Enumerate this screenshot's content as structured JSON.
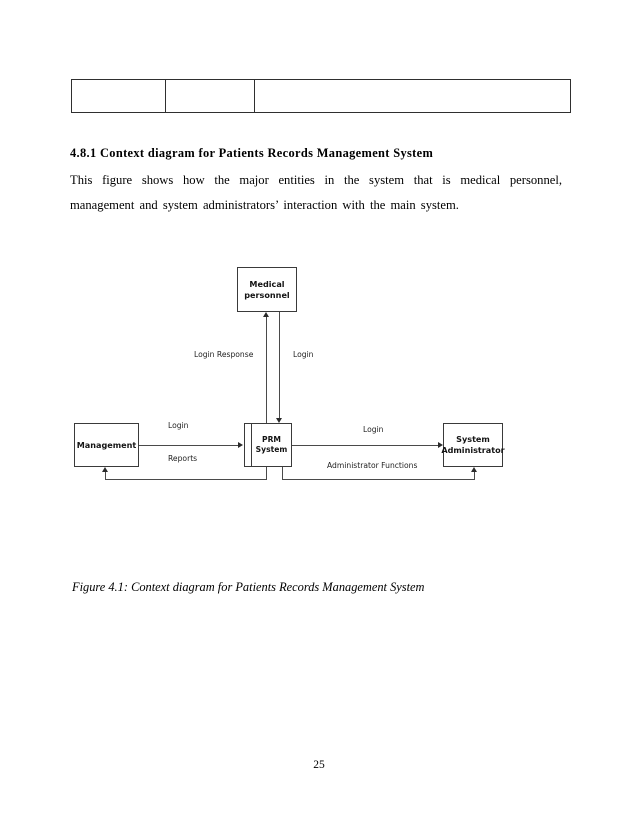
{
  "document": {
    "page_number": "25",
    "heading": "4.8.1 Context diagram for Patients Records Management System",
    "paragraph": "This figure shows how the major entities in the system that is medical personnel, management and system administrators’ interaction with the main system.",
    "caption": "Figure 4.1: Context diagram for Patients Records Management System"
  },
  "top_table": {
    "rows": [
      {
        "cells": [
          "",
          "",
          ""
        ]
      }
    ]
  },
  "chart_data": {
    "type": "diagram",
    "diagram_kind": "context-diagram",
    "title": "Context diagram for Patients Records Management System",
    "nodes": [
      {
        "id": "medical",
        "label": "Medical\npersonnel",
        "label_line1": "Medical",
        "label_line2": "personnel",
        "shape": "external-entity"
      },
      {
        "id": "mgmt",
        "label": "Management",
        "label_line1": "Management",
        "label_line2": "",
        "shape": "external-entity"
      },
      {
        "id": "prm",
        "label": "PRM System",
        "label_line1": "PRM",
        "label_line2": "System",
        "shape": "process"
      },
      {
        "id": "sysadmin",
        "label": "System Administrator",
        "label_line1": "System",
        "label_line2": "Administrator",
        "shape": "external-entity"
      }
    ],
    "edges": [
      {
        "from": "medical",
        "to": "prm",
        "label": "Login",
        "direction": "down"
      },
      {
        "from": "prm",
        "to": "medical",
        "label": "Login Response",
        "direction": "up"
      },
      {
        "from": "mgmt",
        "to": "prm",
        "label": "Login",
        "direction": "right"
      },
      {
        "from": "prm",
        "to": "mgmt",
        "label": "Reports",
        "direction": "left"
      },
      {
        "from": "prm",
        "to": "sysadmin",
        "label": "Login",
        "direction": "right"
      },
      {
        "from": "sysadmin",
        "to": "prm",
        "label": "Administrator Functions",
        "direction": "left"
      }
    ]
  }
}
